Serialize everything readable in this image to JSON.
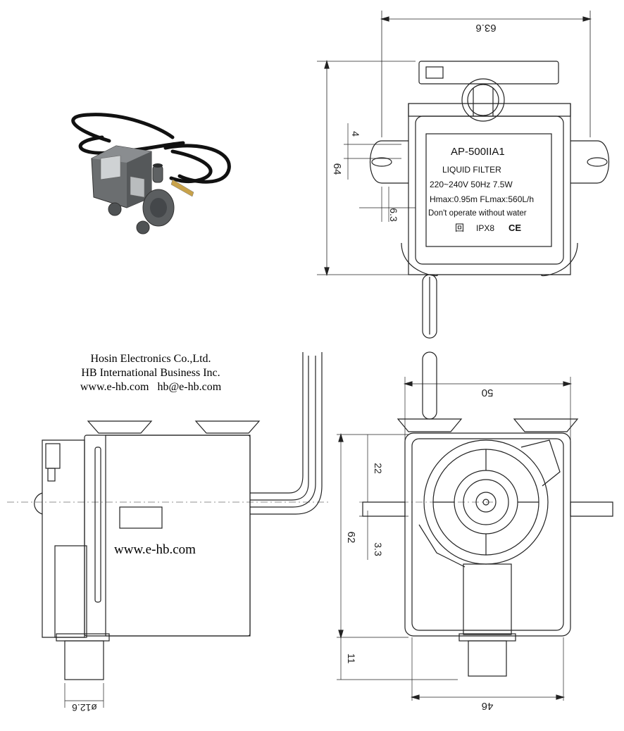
{
  "company": {
    "name": "Hosin Electronics Co.,Ltd.",
    "subsidiary": "HB International Business Inc.",
    "contact_line": "www.e-hb.com   hb@e-hb.com",
    "watermark": "www.e-hb.com"
  },
  "label_plate": {
    "model": "AP-500IIA1",
    "type": "LIQUID FILTER",
    "power": "220~240V 50Hz 7.5W",
    "performance": "Hmax:0.95m FLmax:560L/h",
    "warning": "Don't operate without water",
    "class_symbol": "回",
    "ip_rating": "IPX8",
    "ce_mark": "CE"
  },
  "dimensions": {
    "top_width": "63.6",
    "top_height": "64",
    "mount_offset": "4",
    "mount_slot": "6.3",
    "front_width": "50",
    "front_height": "62",
    "intake_offset": "22",
    "mount_thickness": "3.3",
    "outlet_length": "11",
    "bottom_width": "46",
    "outlet_diameter": "ø12.6"
  },
  "colors": {
    "line": "#222222",
    "photo_body": "#6b6e70",
    "cable": "#111111"
  }
}
